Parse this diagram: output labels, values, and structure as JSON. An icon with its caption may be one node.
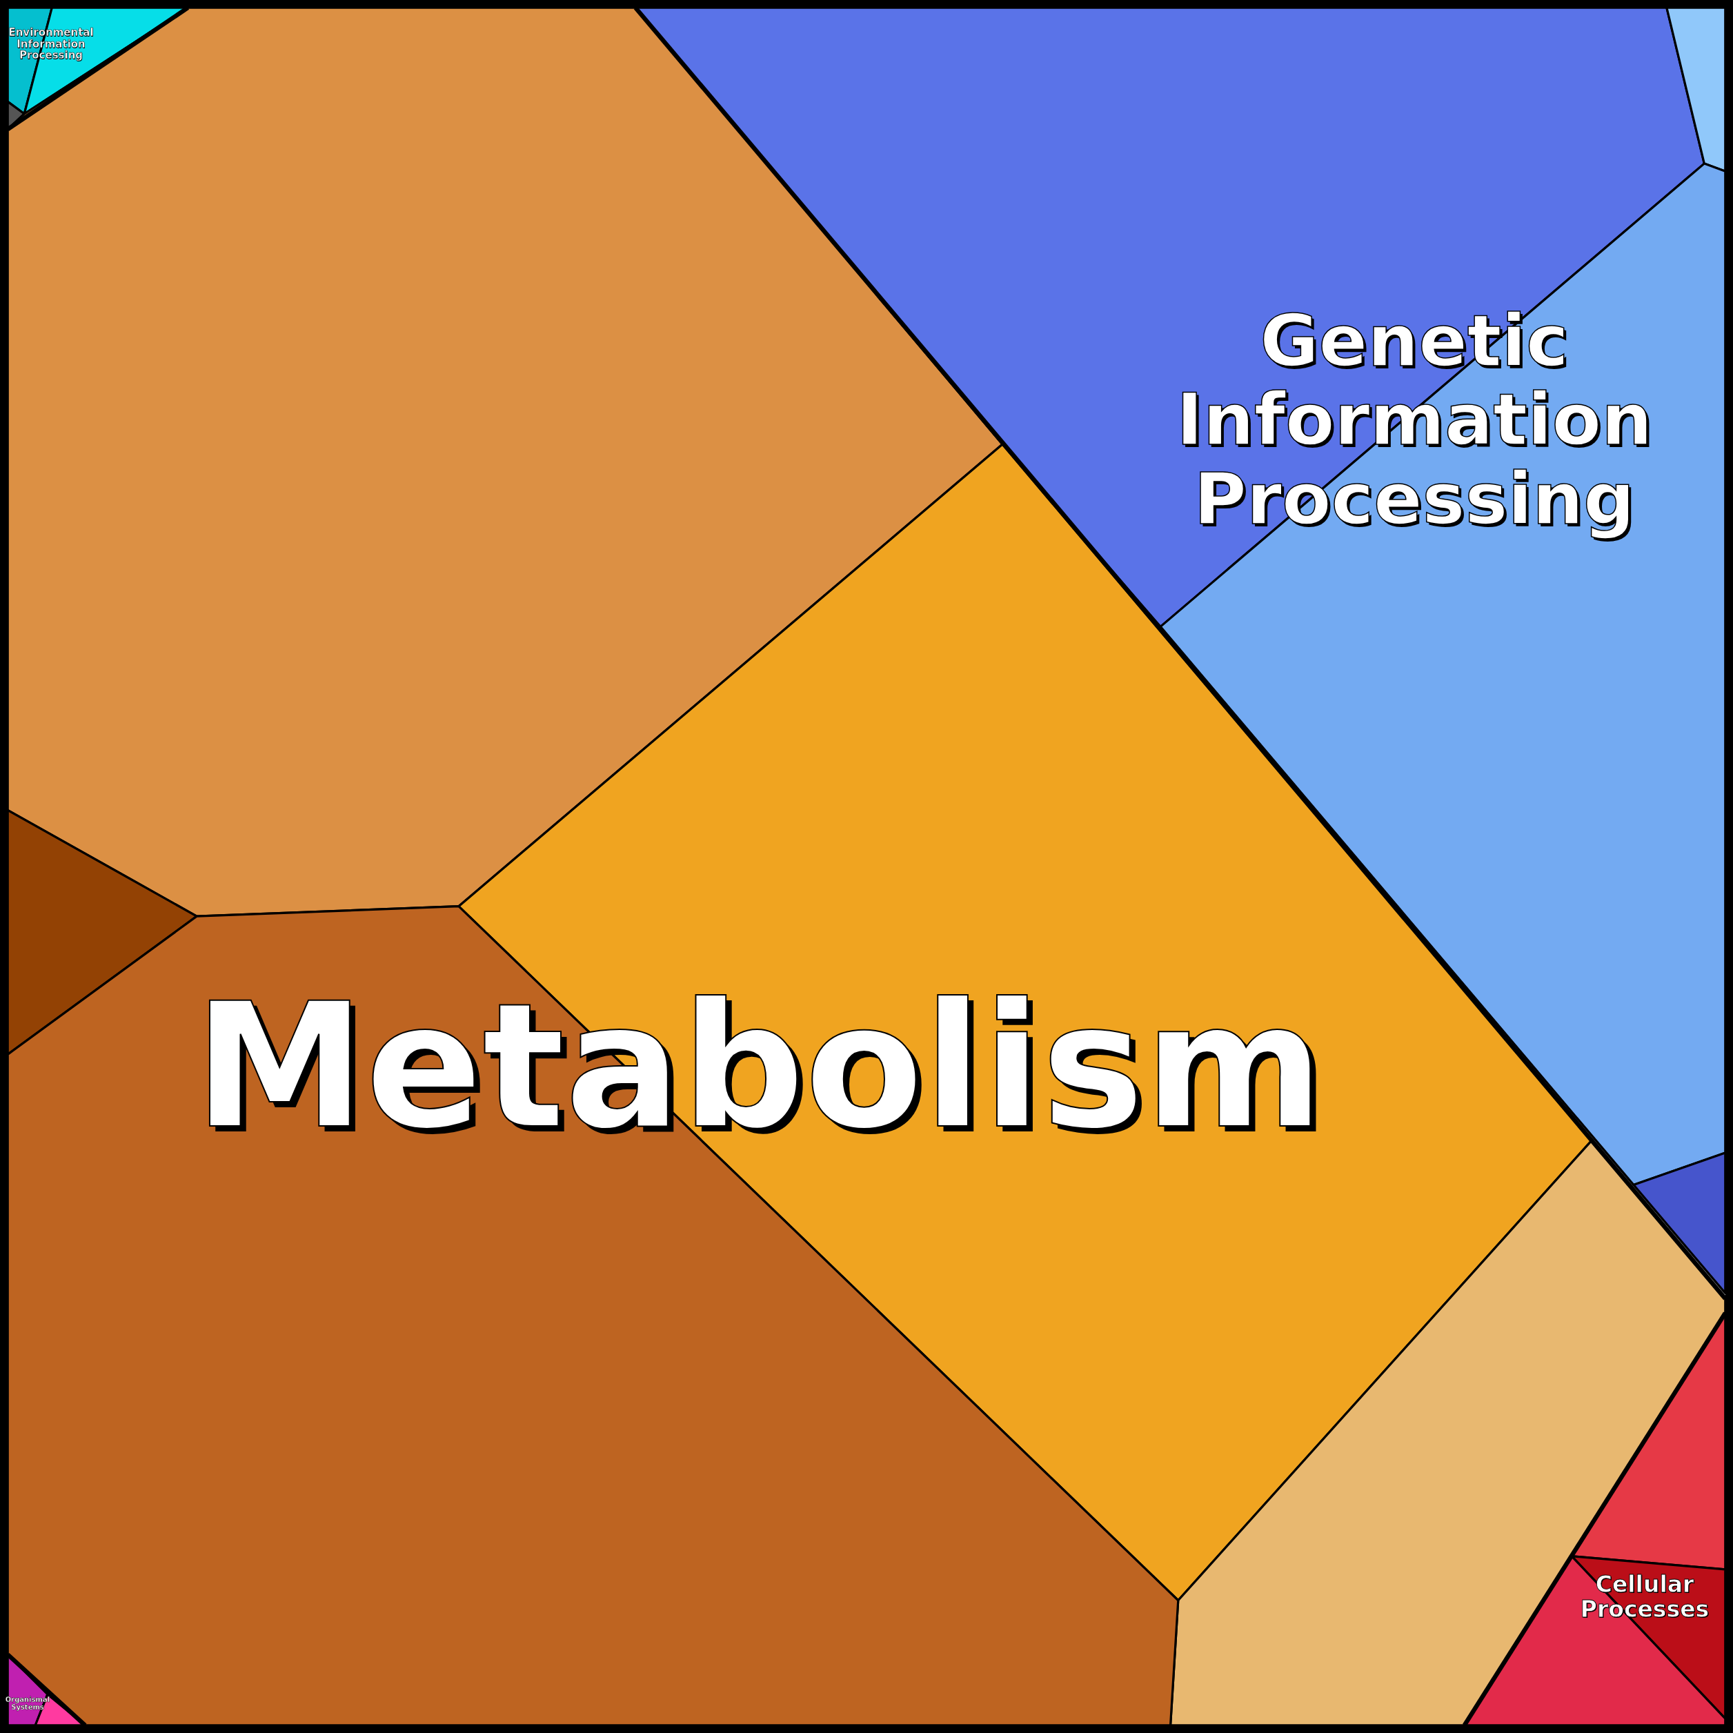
{
  "diagram": {
    "labels": [
      "Environmental Information Processing",
      "Genetic Information Processing",
      "Metabolism",
      "Cellular Processes",
      "Organismal Systems"
    ]
  }
}
